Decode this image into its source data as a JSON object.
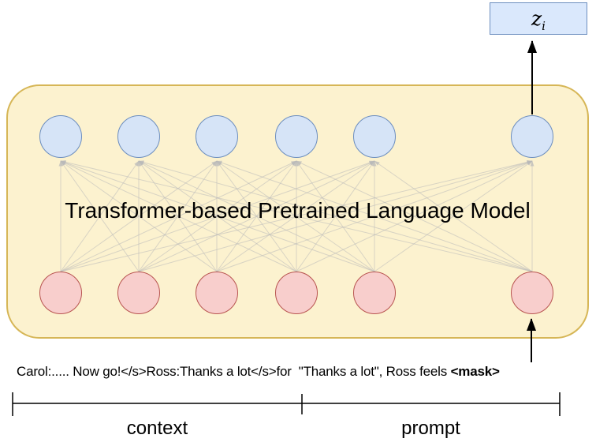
{
  "diagram": {
    "title": "Transformer-based Pretrained Language Model",
    "output_box": {
      "base": "z",
      "sub": "i"
    },
    "input_sentence": {
      "text": "Carol:..... Now go!</s>Ross:Thanks a lot</s>for  \"Thanks a lot\", Ross feels ",
      "mask": "<mask>"
    },
    "spans": {
      "context": "context",
      "prompt": "prompt"
    },
    "nodes": {
      "input_count": 6,
      "output_count": 6,
      "connectivity": "full"
    },
    "colors": {
      "container_fill": "#fcf2cf",
      "container_border": "#d6b656",
      "output_node_fill": "#d6e4f7",
      "output_node_border": "#6c8ebf",
      "input_node_fill": "#f8cecc",
      "input_node_border": "#b85450",
      "zbox_fill": "#dae8fc",
      "zbox_border": "#6c8ebf",
      "connection": "#b9b9b9",
      "arrow": "#000000"
    }
  }
}
